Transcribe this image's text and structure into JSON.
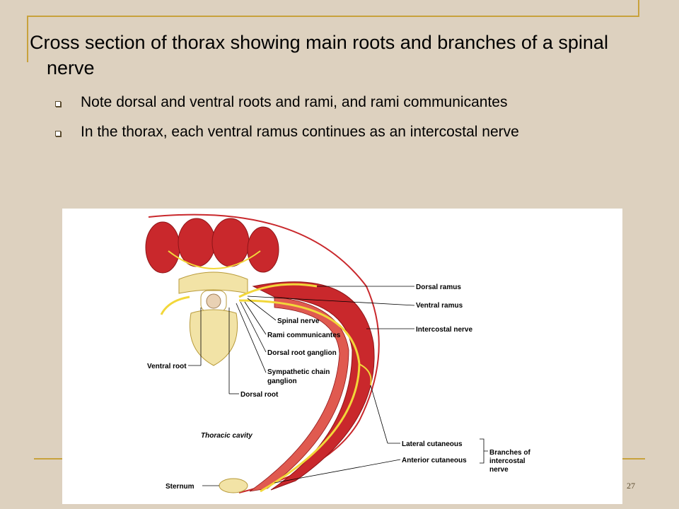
{
  "slide": {
    "title": "Cross section of thorax showing main roots and branches of a spinal nerve",
    "bullets": [
      "Note dorsal and ventral roots and rami, and rami communicantes",
      "In the thorax, each ventral ramus continues as an intercostal nerve"
    ],
    "page_number": "27"
  },
  "figure": {
    "labels": {
      "dorsal_ramus": "Dorsal ramus",
      "ventral_ramus": "Ventral ramus",
      "spinal_nerve": "Spinal nerve",
      "intercostal_nerve": "Intercostal nerve",
      "rami_communicantes": "Rami communicantes",
      "dorsal_root_ganglion": "Dorsal root ganglion",
      "sympathetic_chain_line1": "Sympathetic chain",
      "sympathetic_chain_line2": "ganglion",
      "ventral_root": "Ventral root",
      "dorsal_root": "Dorsal root",
      "thoracic_cavity": "Thoracic cavity",
      "lateral_cutaneous": "Lateral cutaneous",
      "anterior_cutaneous": "Anterior cutaneous",
      "branches_line1": "Branches of",
      "branches_line2": "intercostal",
      "branches_line3": "nerve",
      "sternum": "Sternum"
    }
  },
  "colors": {
    "background": "#ddd1bf",
    "accent": "#c8a23c",
    "muscle": "#c9282c",
    "nerve": "#f2d73a",
    "bone": "#f2e3a6"
  }
}
